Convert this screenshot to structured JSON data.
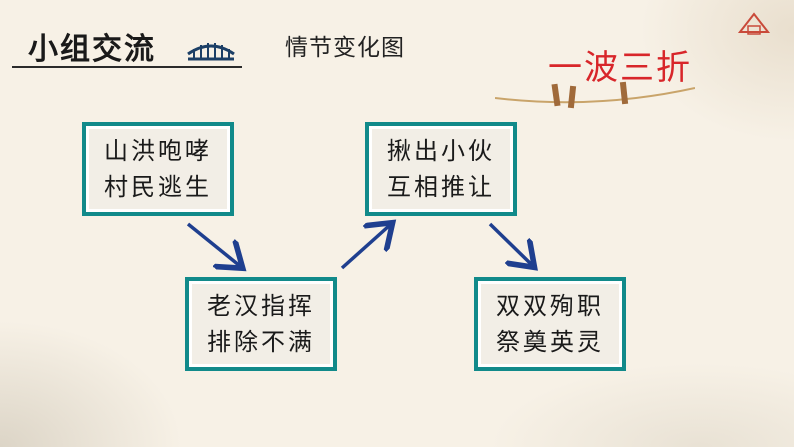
{
  "header": {
    "title": "小组交流",
    "subtitle": "情节变化图",
    "slogan": "一波三折"
  },
  "diagram": {
    "nodes": [
      {
        "line1": "山洪咆哮",
        "line2": "村民逃生"
      },
      {
        "line1": "老汉指挥",
        "line2": "排除不满"
      },
      {
        "line1": "揪出小伙",
        "line2": "互相推让"
      },
      {
        "line1": "双双殉职",
        "line2": "祭奠英灵"
      }
    ]
  },
  "colors": {
    "node_border": "#118a8a",
    "node_fill": "#f2eee6",
    "arrow": "#1f3f8f",
    "slogan": "#d8262a"
  },
  "icons": [
    "bridge-icon",
    "rope-with-clothespins",
    "seal-stamp-icon"
  ]
}
